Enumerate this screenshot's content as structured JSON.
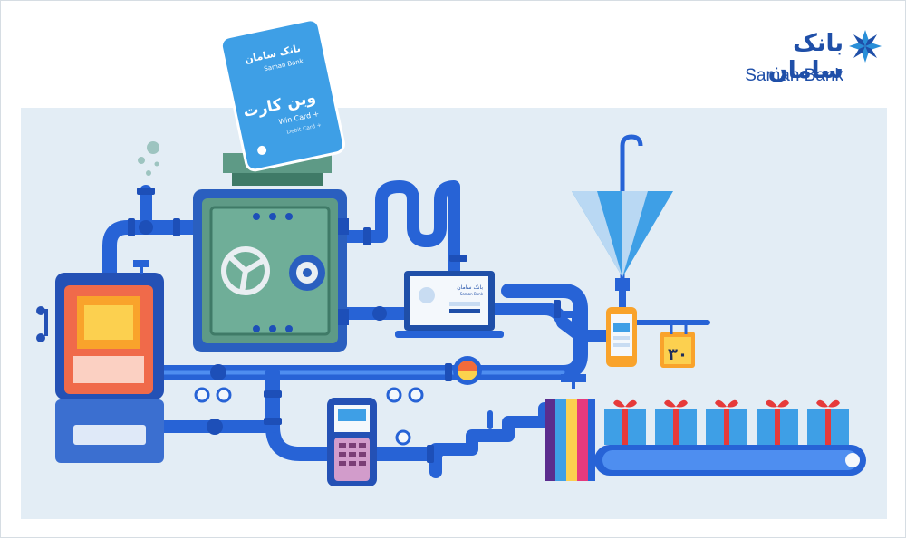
{
  "brand": {
    "name_fa": "بانک سامان",
    "name_en": "Saman Bank"
  },
  "card": {
    "bank_fa": "بانک سامان",
    "bank_en": "Saman Bank",
    "product_fa": "وین کارت",
    "product_en": "Win Card +",
    "subtitle": "Debit Card +"
  },
  "laptop": {
    "bank_fa": "بانک سامان",
    "bank_en": "Saman Bank"
  },
  "calendar": {
    "day": "۳۰"
  },
  "colors": {
    "panel": "#e3edf5",
    "pipe": "#2763d6",
    "pipe_light": "#4e8ef0",
    "safe": "#5e9a86",
    "atm": "#2451b5",
    "atm_screen": "#f15a3c",
    "brand": "#1f4fa8"
  }
}
